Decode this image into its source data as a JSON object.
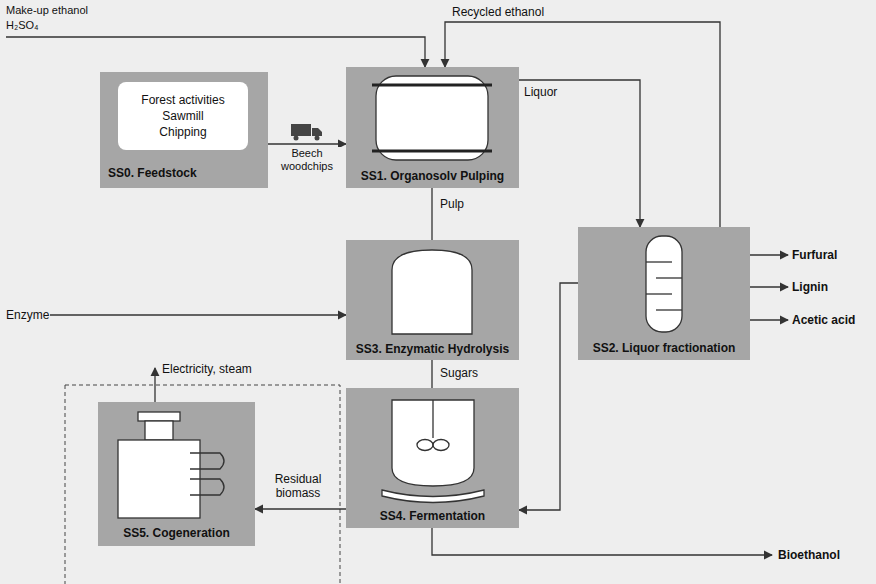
{
  "diagram": {
    "nodes": [
      {
        "text": [
          "SS0. Feedstock"
        ]
      },
      {
        "text": [
          "Forest activities",
          "Sawmill",
          "Chipping"
        ],
        "in": 0
      },
      {
        "text": [
          "SS1. Organosolv Pulping"
        ]
      },
      {
        "text": [
          "SS2. Liquor fractionation"
        ]
      },
      {
        "text": [
          "SS3. Enzymatic Hydrolysis"
        ]
      },
      {
        "text": [
          "SS4. Fermentation"
        ]
      },
      {
        "text": [
          "SS5. Cogeneration"
        ]
      }
    ],
    "edges": [
      {
        "from": 0,
        "to": 2,
        "arrow": "to",
        "label": "Beech woodchips"
      },
      {
        "from": 2,
        "to": 4,
        "arrow": "none",
        "label": "Pulp"
      },
      {
        "from": 2,
        "to": 3,
        "arrow": "to",
        "label": "Liquor"
      },
      {
        "from": 3,
        "to": 2,
        "arrow": "to",
        "label": "Recycled ethanol"
      },
      {
        "from": 4,
        "to": 5,
        "arrow": "none",
        "label": "Sugars"
      },
      {
        "from": 3,
        "to": 5,
        "arrow": "to"
      },
      {
        "from": 5,
        "to": 6,
        "arrow": "to",
        "label": "Residual biomass"
      }
    ],
    "labels": [
      "Make-up ethanol",
      "H₂SO₄",
      "Enzyme",
      "Furfural",
      "Lignin",
      "Acetic acid",
      "Electricity, steam",
      "Bioethanol"
    ]
  }
}
